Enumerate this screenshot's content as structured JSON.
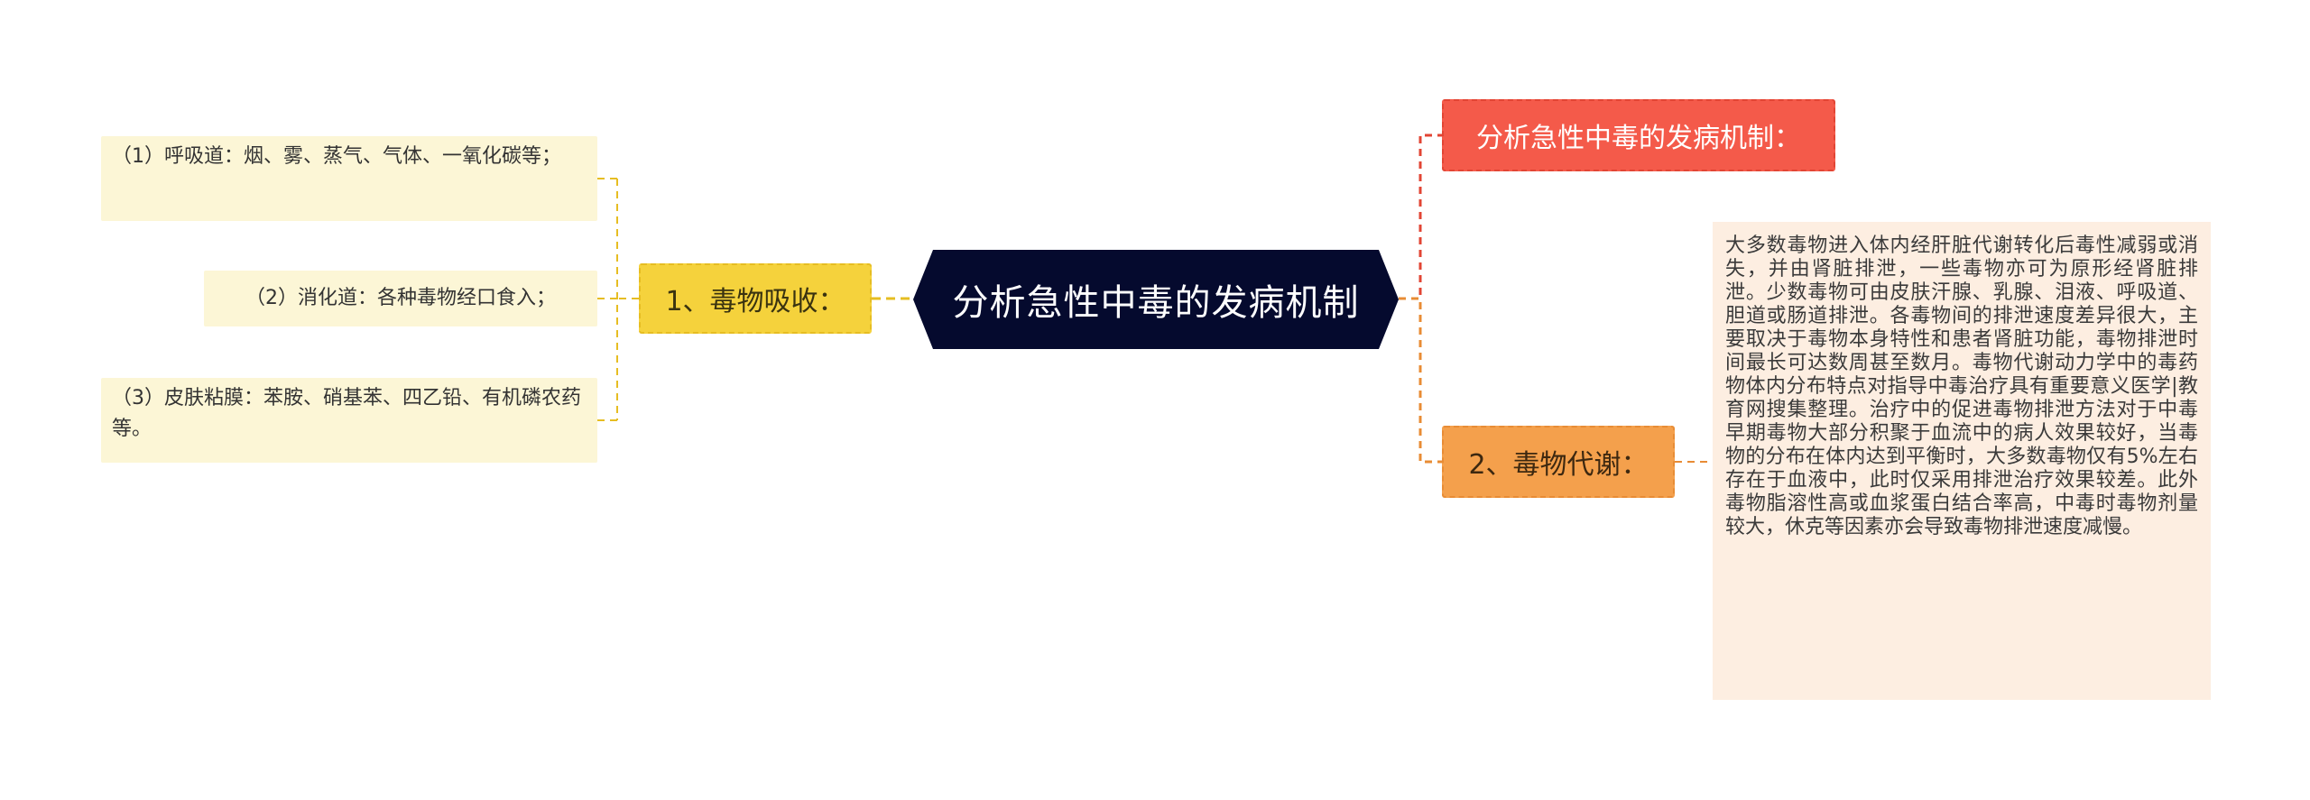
{
  "central": {
    "label": "分析急性中毒的发病机制"
  },
  "branches": {
    "absorption": {
      "label": "1、毒物吸收：",
      "items": [
        "（1）呼吸道：烟、雾、蒸气、气体、一氧化碳等；",
        "（2）消化道：各种毒物经口食入；",
        "（3）皮肤粘膜：苯胺、硝基苯、四乙铅、有机磷农药等。"
      ]
    },
    "heading": {
      "label": "分析急性中毒的发病机制："
    },
    "metabolism": {
      "label": "2、毒物代谢：",
      "detail": "大多数毒物进入体内经肝脏代谢转化后毒性减弱或消失，并由肾脏排泄，一些毒物亦可为原形经肾脏排泄。少数毒物可由皮肤汗腺、乳腺、泪液、呼吸道、胆道或肠道排泄。各毒物间的排泄速度差异很大，主要取决于毒物本身特性和患者肾脏功能，毒物排泄时间最长可达数周甚至数月。毒物代谢动力学中的毒药物体内分布特点对指导中毒治疗具有重要意义医学|教育网搜集整理。治疗中的促进毒物排泄方法对于中毒早期毒物大部分积聚于血流中的病人效果较好，当毒物的分布在体内达到平衡时，大多数毒物仅有5%左右存在于血液中，此时仅采用排泄治疗效果较差。此外毒物脂溶性高或血浆蛋白结合率高，中毒时毒物剂量较大，休克等因素亦会导致毒物排泄速度减慢。"
    }
  },
  "colors": {
    "central_bg": "#050a2e",
    "absorption_bg": "#f5d23c",
    "leaf_bg": "#fcf6d6",
    "heading_bg": "#f45a4a",
    "metabolism_bg": "#f4a04c",
    "detail_bg": "#fdeee1"
  }
}
